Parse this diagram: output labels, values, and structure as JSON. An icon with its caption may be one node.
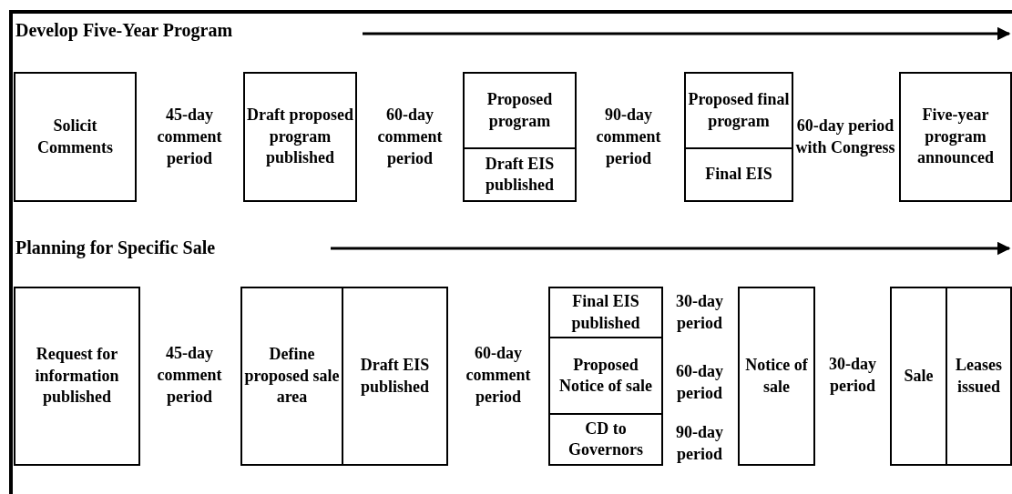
{
  "diagram": {
    "nodes": [
      {
        "text": [
          "Solicit Comments"
        ]
      },
      {
        "text": [
          "Draft proposed program published"
        ]
      },
      {
        "text": [
          "Proposed program"
        ]
      },
      {
        "text": [
          "Draft EIS published"
        ]
      },
      {
        "text": [
          "Proposed final program"
        ]
      },
      {
        "text": [
          "Final EIS"
        ]
      },
      {
        "text": [
          "Five-year program announced"
        ]
      },
      {
        "text": [
          "Request for information published"
        ]
      },
      {
        "text": [
          "Define proposed sale area"
        ]
      },
      {
        "text": [
          "Draft EIS published"
        ]
      },
      {
        "text": [
          "Final EIS published"
        ]
      },
      {
        "text": [
          "Proposed Notice of sale"
        ]
      },
      {
        "text": [
          "CD to Governors"
        ]
      },
      {
        "text": [
          "Notice of sale"
        ]
      },
      {
        "text": [
          "Sale"
        ]
      },
      {
        "text": [
          "Leases issued"
        ]
      }
    ],
    "labels": [
      "Develop Five-Year Program",
      "45-day comment period",
      "60-day comment period",
      "90-day comment period",
      "60-day period with Congress",
      "Planning for Specific Sale",
      "45-day comment period",
      "60-day comment period",
      "30-day period",
      "60-day period",
      "90-day period",
      "30-day period"
    ]
  }
}
